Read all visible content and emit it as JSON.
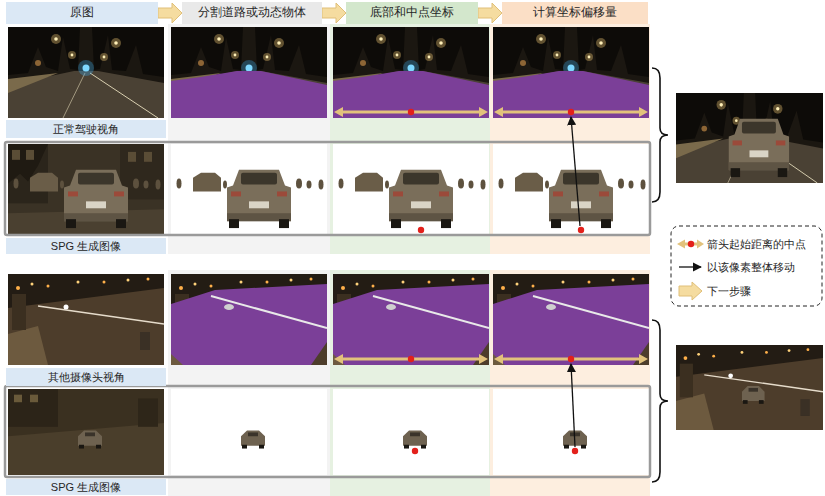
{
  "diagram": {
    "nodes": [
      {
        "text": [
          "原图"
        ]
      },
      {
        "text": [
          "分割道路或动态物体"
        ]
      },
      {
        "text": [
          "底部和中点坐标"
        ]
      },
      {
        "text": [
          "计算坐标偏移量"
        ]
      },
      {
        "text": [
          "正常驾驶视角"
        ]
      },
      {
        "text": [
          "SPG 生成图像"
        ]
      },
      {
        "text": [
          "其他摄像头视角"
        ]
      },
      {
        "text": [
          "SPG 生成图像"
        ]
      }
    ],
    "edges": [
      {
        "from": 0,
        "to": 1,
        "arrow": "to"
      },
      {
        "from": 1,
        "to": 2,
        "arrow": "to"
      },
      {
        "from": 2,
        "to": 3,
        "arrow": "to"
      }
    ],
    "legend": [
      {
        "text": "箭头起始距离的中点"
      },
      {
        "text": "以该像素整体移动"
      },
      {
        "text": "下一步骤"
      }
    ]
  }
}
